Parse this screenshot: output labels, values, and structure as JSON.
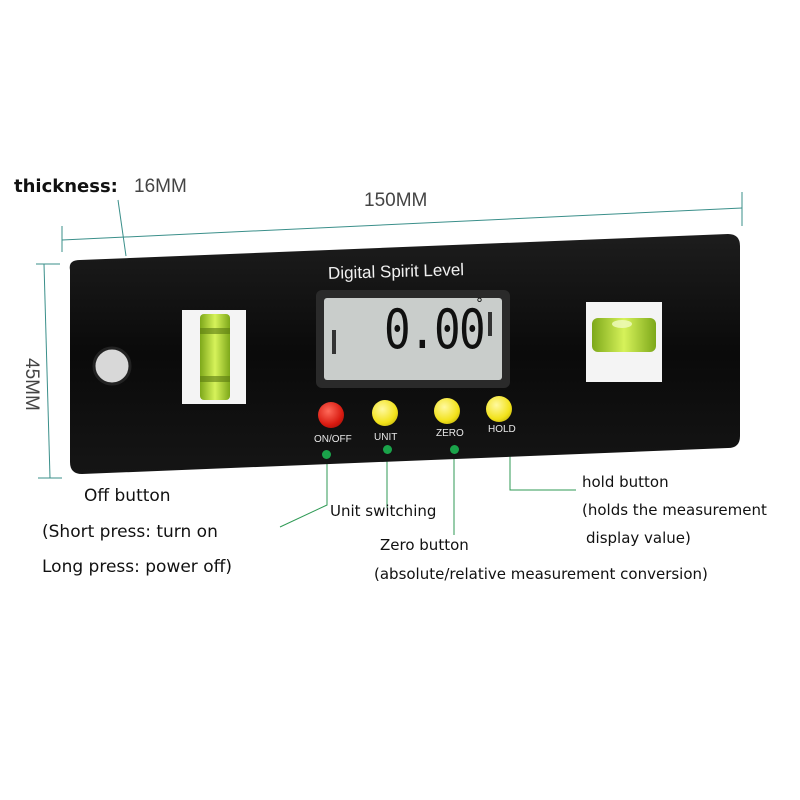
{
  "dimensions": {
    "thickness_label": "thickness:",
    "thickness_value": "16MM",
    "length": "150MM",
    "height": "45MM"
  },
  "device": {
    "title": "Digital Spirit Level",
    "reading": "0.00",
    "degree_symbol": "°",
    "buttons": [
      {
        "label": "ON/OFF",
        "color": "#e8231c"
      },
      {
        "label": "UNIT",
        "color": "#f2e21a"
      },
      {
        "label": "ZERO",
        "color": "#f2e21a"
      },
      {
        "label": "HOLD",
        "color": "#f2e21a"
      }
    ]
  },
  "annotations": {
    "off_button": {
      "line1": "Off button",
      "line2": "(Short press: turn on",
      "line3": "Long press: power off)"
    },
    "unit": "Unit switching",
    "zero": {
      "line1": "Zero button",
      "line2": "(absolute/relative measurement conversion)"
    },
    "hold": {
      "line1": "hold button",
      "line2": "(holds the measurement",
      "line3": "display value)"
    }
  },
  "colors": {
    "body": "#0b0b0b",
    "lcd": "#c9cdcb",
    "bubble": "#b6e02a",
    "leader": "#2f9a55",
    "dot": "#1aa34a"
  }
}
